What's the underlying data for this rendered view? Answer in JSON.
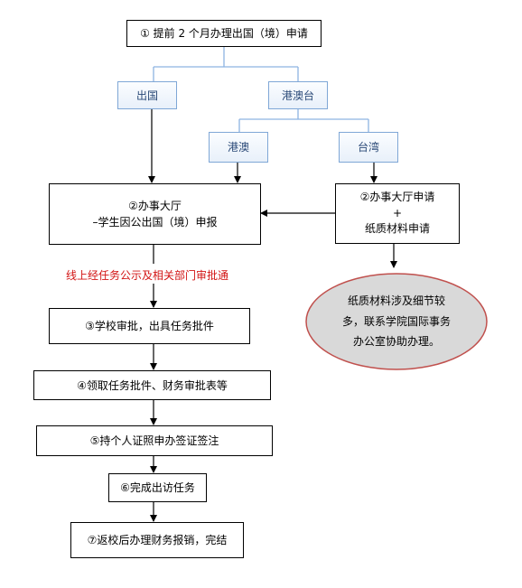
{
  "nodes": {
    "step1": "① 提前 2 个月办理出国（境）申请",
    "abroad": "出国",
    "hmt": "港澳台",
    "hk_macau": "港澳",
    "taiwan": "台湾",
    "step2_left_line1": "②办事大厅",
    "step2_left_line2": "–学生因公出国（境）申报",
    "step2_right_line1": "②办事大厅申请",
    "step2_right_plus": "+",
    "step2_right_line2": "纸质材料申请",
    "approval_note": "线上经任务公示及相关部门审批通",
    "step3": "③学校审批，出具任务批件",
    "step4": "④领取任务批件、财务审批表等",
    "step5": "⑤持个人证照申办签证签注",
    "step6": "⑥完成出访任务",
    "step7": "⑦返校后办理财务报销，完结",
    "paper_note": "纸质材料涉及细节较多，联系学院国际事务办公室协助办理。"
  },
  "colors": {
    "connector_blue": "#8db3e2",
    "branch_border": "#7fa7d6",
    "approval_red": "#d21414",
    "ellipse_fill": "#d9d9d9",
    "ellipse_stroke": "#c0504d"
  }
}
